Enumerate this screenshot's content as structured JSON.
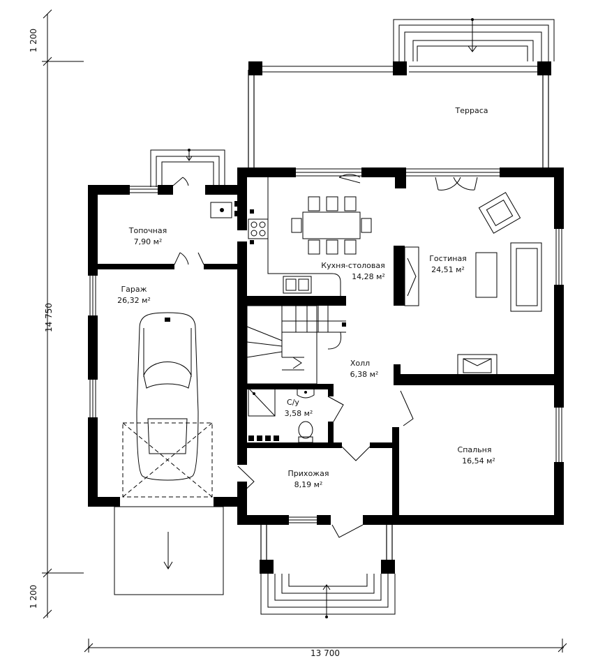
{
  "plan": {
    "dimensions": {
      "total_height": "14 750",
      "top_offset": "1 200",
      "bottom_offset": "1 200",
      "total_width": "13 700"
    },
    "rooms": [
      {
        "id": "terrace",
        "name": "Терраса",
        "area": ""
      },
      {
        "id": "boiler",
        "name": "Топочная",
        "area": "7,90 м²"
      },
      {
        "id": "kitchen",
        "name": "Кухня-столовая",
        "area": "14,28 м²"
      },
      {
        "id": "living",
        "name": "Гостиная",
        "area": "24,51 м²"
      },
      {
        "id": "garage",
        "name": "Гараж",
        "area": "26,32 м²"
      },
      {
        "id": "hall",
        "name": "Холл",
        "area": "6,38 м²"
      },
      {
        "id": "wc",
        "name": "С/у",
        "area": "3,58 м²"
      },
      {
        "id": "bedroom",
        "name": "Спальня",
        "area": "16,54 м²"
      },
      {
        "id": "entry",
        "name": "Прихожая",
        "area": "8,19 м²"
      }
    ]
  }
}
